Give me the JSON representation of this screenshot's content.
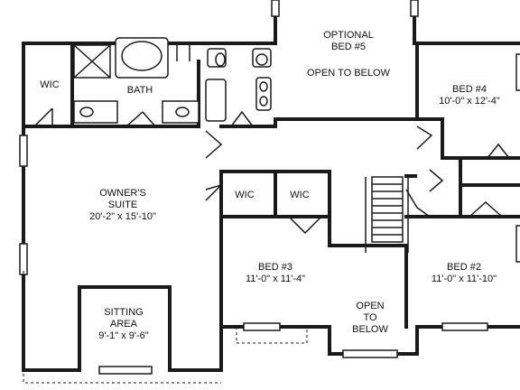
{
  "rooms": {
    "optional_bed5": {
      "line1": "OPTIONAL",
      "line2": "BED #5",
      "line3": "OPEN TO BELOW"
    },
    "bed4": {
      "name": "BED #4",
      "dims": "10'-0\" x 12'-4\""
    },
    "wic_left": {
      "name": "WIC"
    },
    "bath": {
      "name": "BATH"
    },
    "owners_suite": {
      "line1": "OWNER'S",
      "line2": "SUITE",
      "dims": "20'-2\" x 15'-10\""
    },
    "wic_mid1": {
      "name": "WIC"
    },
    "wic_mid2": {
      "name": "WIC"
    },
    "bed3": {
      "name": "BED #3",
      "dims": "11'-0\" x 11'-4\""
    },
    "bed2": {
      "name": "BED #2",
      "dims": "11'-0\" x 11'-10\""
    },
    "open_below": {
      "line1": "OPEN",
      "line2": "TO",
      "line3": "BELOW"
    },
    "sitting_area": {
      "line1": "SITTING",
      "line2": "AREA",
      "dims": "9'-1\" x 9'-6\""
    }
  }
}
